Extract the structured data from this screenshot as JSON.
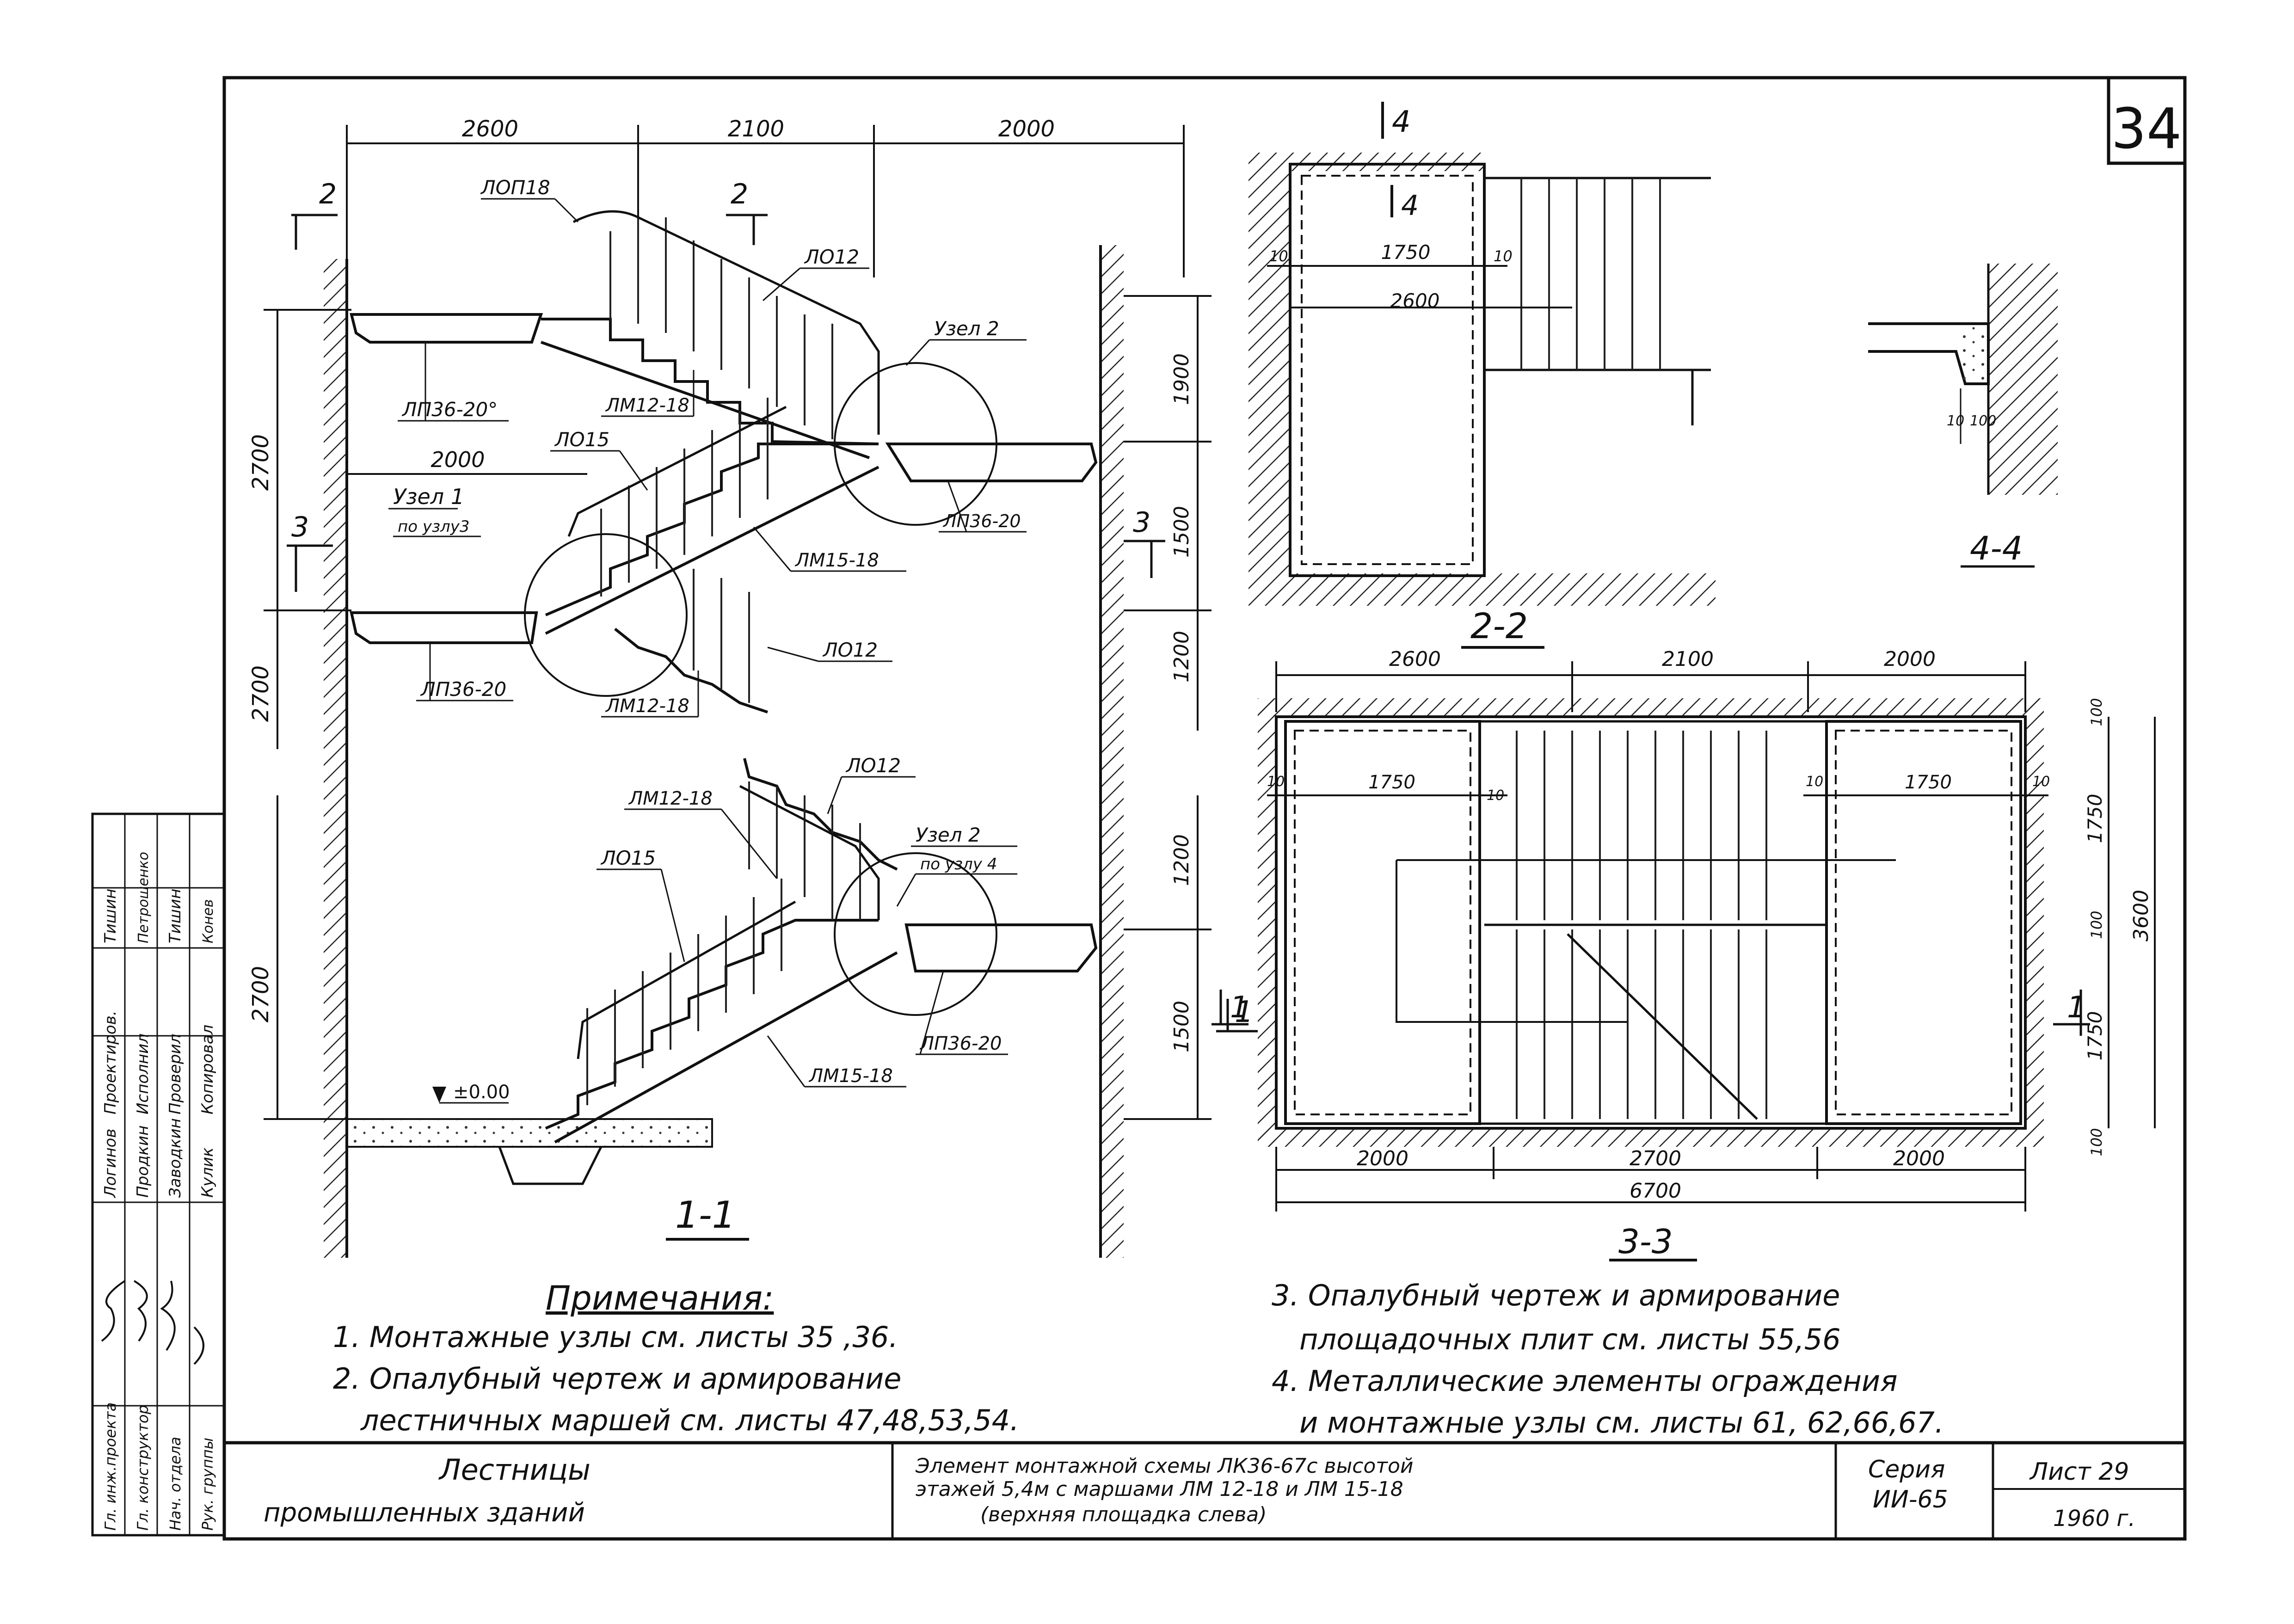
{
  "sheet_number": "34",
  "views": {
    "view_1_1": {
      "label": "1-1",
      "top_dims": [
        "2600",
        "2100",
        "2000"
      ],
      "left_dims_upper": [
        "2700",
        "2700"
      ],
      "right_dims_upper": [
        "1900",
        "1500",
        "1200"
      ],
      "inner_dim": "2000",
      "section_marks": [
        "2",
        "2",
        "3",
        "3"
      ],
      "tags": {
        "lop18": "ЛОП18",
        "lo12_top": "ЛО12",
        "uzel2_top": "Узел 2",
        "lp36_20_top": "ЛП36-20°",
        "lm12_18_top": "ЛМ12-18",
        "lo15_mid": "ЛО15",
        "uzel1": "Узел 1",
        "po_uzlu3": "по узлу3",
        "lp36_20_right": "ЛП36-20",
        "lm15_18_mid": "ЛМ15-18",
        "lo12_mid": "ЛО12",
        "lp36_20_low": "ЛП36-20",
        "lm12_18_low": "ЛМ12-18"
      },
      "lower": {
        "lo12": "ЛО12",
        "lm12_18": "ЛМ12-18",
        "uzel2": "Узел 2",
        "po_uzlu4": "по узлу 4",
        "lo15": "ЛО15",
        "lp36_20": "ЛП36-20",
        "lm15_18": "ЛМ15-18",
        "level": "±0.00",
        "left_dim": "2700",
        "right_dims": [
          "1200",
          "1500"
        ],
        "section_mark": "1"
      }
    },
    "view_2_2": {
      "label": "2-2",
      "section_mark": "4",
      "dims": [
        "1750",
        "2600",
        "10",
        "10"
      ]
    },
    "view_3_3": {
      "label": "3-3",
      "top_dims": [
        "2600",
        "2100",
        "2000"
      ],
      "bottom_dims": [
        "2000",
        "2700",
        "2000"
      ],
      "total": "6700",
      "inner_dims": [
        "1750",
        "1750",
        "10",
        "10",
        "10",
        "10"
      ],
      "right_dims": [
        "100",
        "1750",
        "100",
        "1750",
        "100"
      ],
      "total_height": "3600",
      "section_mark": "1"
    },
    "view_4_4": {
      "label": "4-4",
      "dims": [
        "10",
        "100"
      ]
    }
  },
  "notes": {
    "heading": "Примечания:",
    "items": [
      "1. Монтажные узлы см. листы 35 ,36.",
      "2. Опалубный чертеж и армирование",
      "лестничных маршей см. листы 47,48,53,54.",
      "3. Опалубный чертеж и армирование",
      "площадочных плит см. листы 55,56",
      "4. Металлические элементы ограждения",
      "и монтажные узлы см. листы 61, 62,66,67."
    ]
  },
  "title_block": {
    "title_line1": "Лестницы",
    "title_line2": "промышленных зданий",
    "desc_line1": "Элемент монтажной схемы ЛК36-67с высотой",
    "desc_line2": "этажей 5,4м с маршами ЛМ 12-18 и ЛМ 15-18",
    "desc_line3": "(верхняя площадка слева)",
    "series_label": "Серия",
    "series_value": "ИИ-65",
    "sheet_label": "Лист 29",
    "year": "1960 г."
  },
  "stamp": {
    "roles": [
      "Гл. инж.проекта",
      "Гл. конструктор",
      "Нач. отдела",
      "Рук. группы"
    ],
    "col_a": [
      "Логинов",
      "Продкин",
      "Заводкин",
      "Кулик"
    ],
    "col_b": [
      "Проектиров.",
      "Исполнил",
      "Проверил",
      "Копировал"
    ],
    "col_c": [
      "Тишин",
      "Петрошенко",
      "Тишин",
      "Конев"
    ]
  }
}
